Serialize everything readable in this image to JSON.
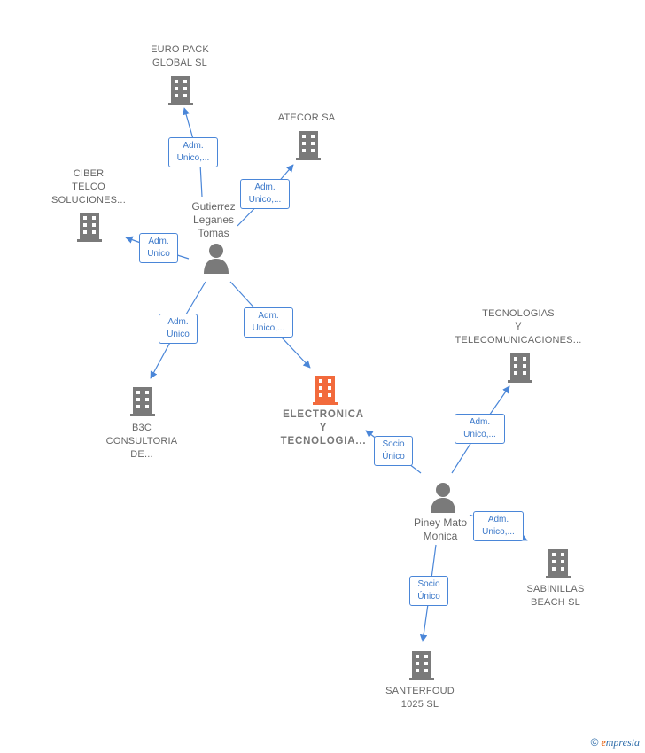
{
  "colors": {
    "building": "#7a7a7a",
    "building_focus": "#f26a3c",
    "person": "#7a7a7a",
    "edge": "#4a86d8",
    "label_text": "#666666",
    "edge_text": "#3b78c9"
  },
  "companies": [
    {
      "id": "euro",
      "label": "EURO PACK\nGLOBAL  SL"
    },
    {
      "id": "atecor",
      "label": "ATECOR SA"
    },
    {
      "id": "ciber",
      "label": "CIBER\nTELCO\nSOLUCIONES..."
    },
    {
      "id": "b3c",
      "label": "B3C\nCONSULTORIA\nDE..."
    },
    {
      "id": "electronica",
      "label": "ELECTRONICA\nY\nTECNOLOGIA...",
      "focus": true
    },
    {
      "id": "tecnologias",
      "label": "TECNOLOGIAS\nY\nTELECOMUNICACIONES..."
    },
    {
      "id": "sabinillas",
      "label": "SABINILLAS\nBEACH  SL"
    },
    {
      "id": "santerfoud",
      "label": "SANTERFOUD\n1025  SL"
    }
  ],
  "persons": [
    {
      "id": "gutierrez",
      "label": "Gutierrez\nLeganes\nTomas"
    },
    {
      "id": "piney",
      "label": "Piney Mato\nMonica"
    }
  ],
  "edges": [
    {
      "id": "e1",
      "label": "Adm.\nUnico,..."
    },
    {
      "id": "e2",
      "label": "Adm.\nUnico,..."
    },
    {
      "id": "e3",
      "label": "Adm.\nUnico"
    },
    {
      "id": "e4",
      "label": "Adm.\nUnico"
    },
    {
      "id": "e5",
      "label": "Adm.\nUnico,..."
    },
    {
      "id": "e6",
      "label": "Socio\nÚnico"
    },
    {
      "id": "e7",
      "label": "Adm.\nUnico,..."
    },
    {
      "id": "e8",
      "label": "Adm.\nUnico,..."
    },
    {
      "id": "e9",
      "label": "Socio\nÚnico"
    }
  ],
  "brand": {
    "copyright": "©",
    "initial": "e",
    "rest": "mpresia"
  }
}
